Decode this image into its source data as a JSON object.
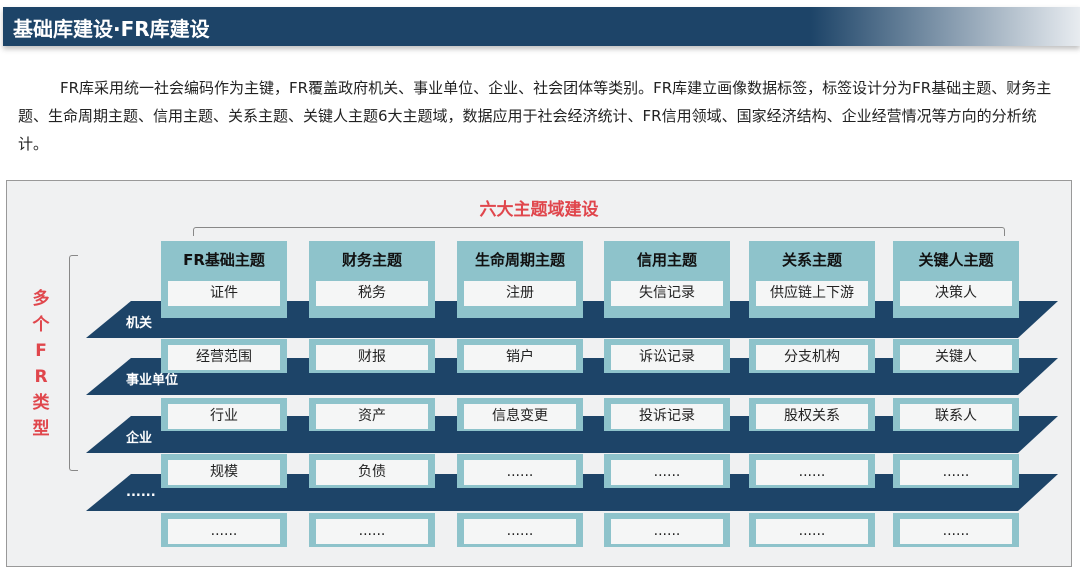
{
  "title": "基础库建设·FR库建设",
  "intro": "FR库采用统一社会编码作为主键，FR覆盖政府机关、事业单位、企业、社会团体等类别。FR库建立画像数据标签，标签设计分为FR基础主题、财务主题、生命周期主题、信用主题、关系主题、关键人主题6大主题域，数据应用于社会经济统计、FR信用领域、国家经济结构、企业经营情况等方向的分析统计。",
  "diagram": {
    "domains_heading": "六大主题域建设",
    "types_heading": [
      "多",
      "个",
      "F",
      "R",
      "类",
      "型"
    ],
    "types": [
      "机关",
      "事业单位",
      "企业",
      "......"
    ],
    "columns": [
      {
        "title": "FR基础主题",
        "cells": [
          "证件",
          "经营范围",
          "行业",
          "规模",
          "......"
        ]
      },
      {
        "title": "财务主题",
        "cells": [
          "税务",
          "财报",
          "资产",
          "负债",
          "......"
        ]
      },
      {
        "title": "生命周期主题",
        "cells": [
          "注册",
          "销户",
          "信息变更",
          "......",
          "......"
        ]
      },
      {
        "title": "信用主题",
        "cells": [
          "失信记录",
          "诉讼记录",
          "投诉记录",
          "......",
          "......"
        ]
      },
      {
        "title": "关系主题",
        "cells": [
          "供应链上下游",
          "分支机构",
          "股权关系",
          "......",
          "......"
        ]
      },
      {
        "title": "关键人主题",
        "cells": [
          "决策人",
          "关键人",
          "联系人",
          "......",
          "......"
        ]
      }
    ]
  },
  "colors": {
    "navy": "#1d4468",
    "teal": "#8ec3cb",
    "red": "#e0464c"
  }
}
